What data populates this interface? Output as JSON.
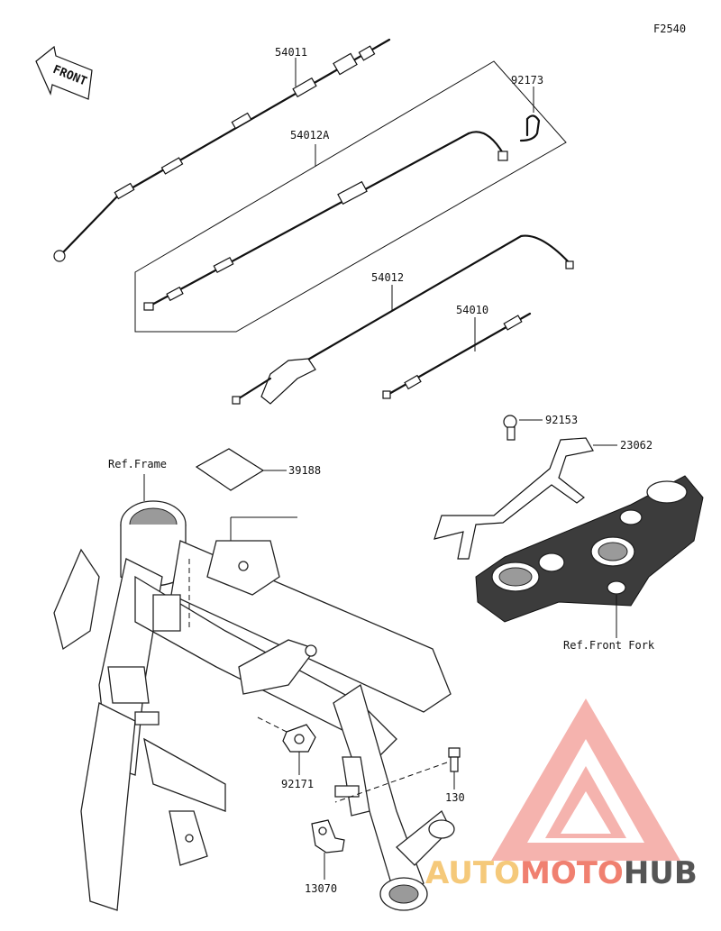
{
  "figure_code": "F2540",
  "front_arrow": "FRONT",
  "parts": {
    "p54011": "54011",
    "p54012A": "54012A",
    "p92173": "92173",
    "p54012": "54012",
    "p54010": "54010",
    "p92153": "92153",
    "p23062": "23062",
    "p39188": "39188",
    "p92171": "92171",
    "p130": "130",
    "p13070": "13070"
  },
  "references": {
    "frame": "Ref.Frame",
    "front_fork": "Ref.Front Fork"
  },
  "watermark": {
    "part1": "AUTO",
    "part2": "MOTO",
    "part3": "HUB",
    "color_auto": "#f5c97a",
    "color_moto": "#f08070",
    "color_hub": "#555555",
    "logo_color": "#f4a6a0"
  }
}
